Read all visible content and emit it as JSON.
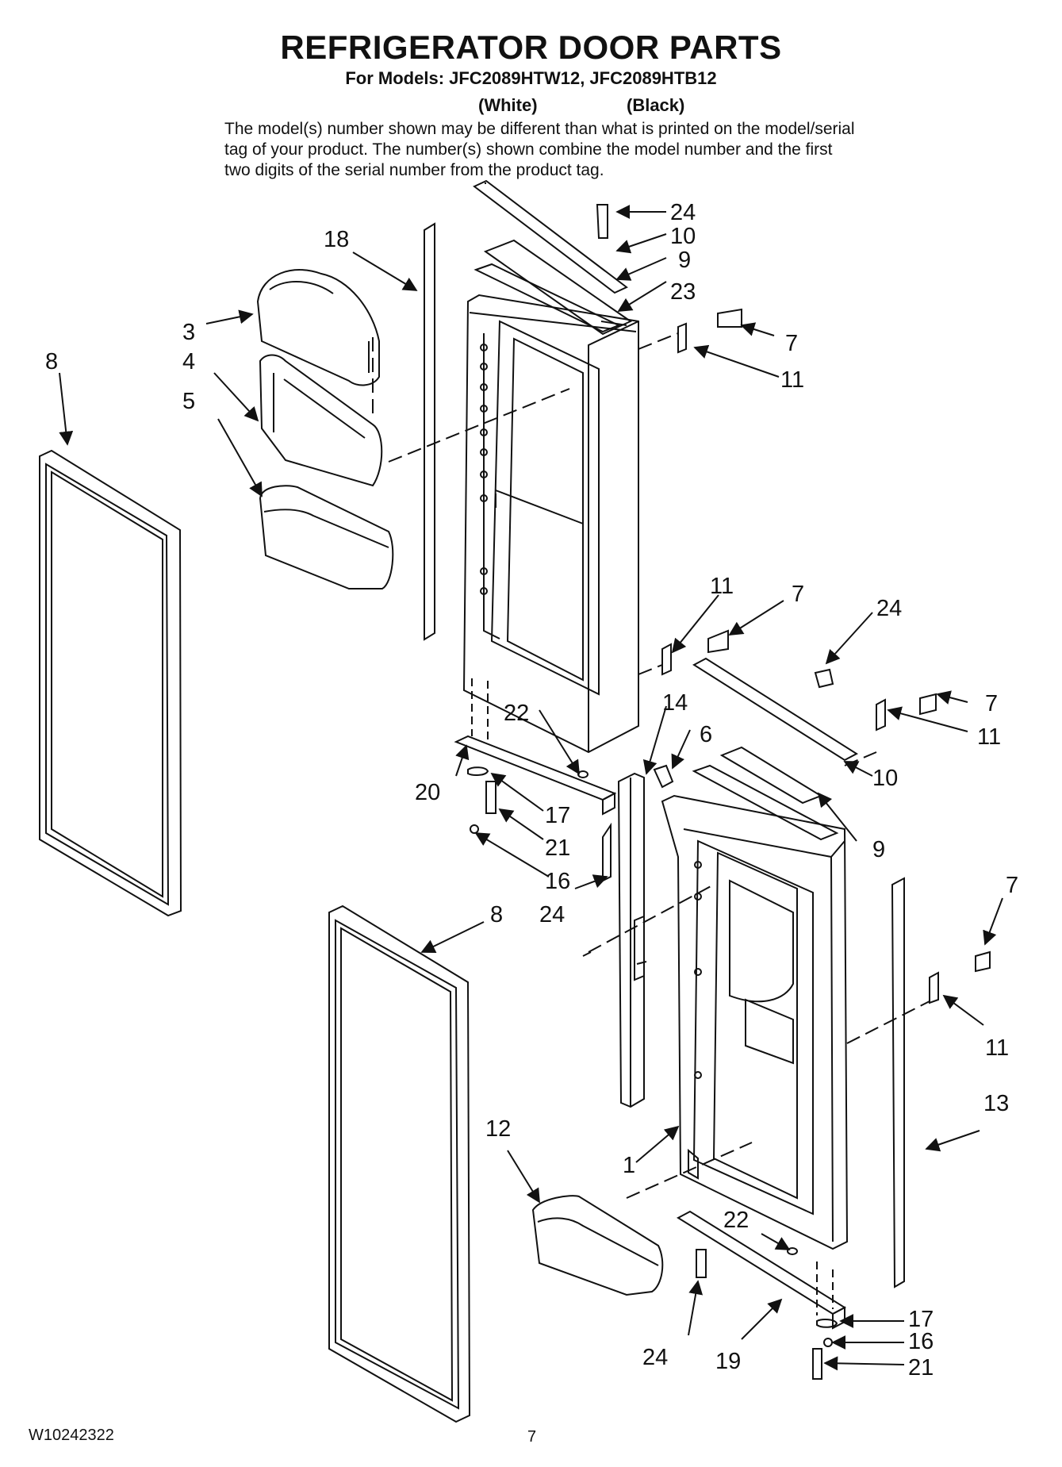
{
  "header": {
    "title": "REFRIGERATOR DOOR PARTS",
    "models": "For Models: JFC2089HTW12, JFC2089HTB12",
    "color_white": "(White)",
    "color_black": "(Black)",
    "note": "The model(s) number shown may be different than what is printed on the model/serial tag of your product. The number(s) shown combine the model number and the first two digits of the serial number from the product tag."
  },
  "callouts": {
    "c24a": "24",
    "c10a": "10",
    "c9a": "9",
    "c23": "23",
    "c18": "18",
    "c7a": "7",
    "c11a": "11",
    "c3": "3",
    "c4": "4",
    "c5": "5",
    "c8a": "8",
    "c11b": "11",
    "c7b": "7",
    "c24b": "24",
    "c7c": "7",
    "c11c": "11",
    "c22a": "22",
    "c14": "14",
    "c6": "6",
    "c10b": "10",
    "c20": "20",
    "c17a": "17",
    "c21a": "21",
    "c16a": "16",
    "c9b": "9",
    "c24c": "24",
    "c8b": "8",
    "c7d": "7",
    "c11d": "11",
    "c13": "13",
    "c12": "12",
    "c1": "1",
    "c22b": "22",
    "c17b": "17",
    "c16b": "16",
    "c24d": "24",
    "c19": "19",
    "c21b": "21"
  },
  "footer": {
    "doc_number": "W10242322",
    "page_number": "7"
  }
}
